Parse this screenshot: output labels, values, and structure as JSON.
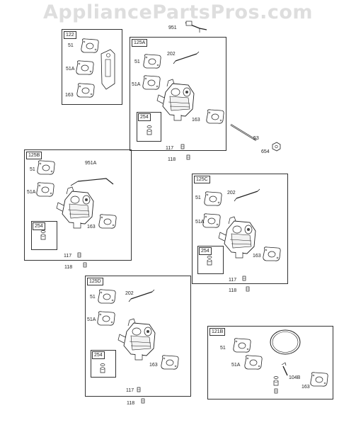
{
  "site": {
    "watermark": "AppliancePartsPros.com"
  },
  "assemblies": {
    "b122": {
      "label": "122",
      "parts": {
        "p51": "51",
        "p51a": "51A",
        "p163": "163"
      }
    },
    "b125a": {
      "label": "125A",
      "parts": {
        "p202": "202",
        "p51": "51",
        "p51a": "51A",
        "p163": "163",
        "p117": "117",
        "p118": "118"
      },
      "kit": {
        "label": "254"
      }
    },
    "b125b": {
      "label": "125B",
      "parts": {
        "p951a": "951A",
        "p51": "51",
        "p51a": "51A",
        "p163": "163",
        "p117": "117",
        "p118": "118"
      },
      "kit": {
        "label": "254"
      }
    },
    "b125c": {
      "label": "125C",
      "parts": {
        "p202": "202",
        "p51": "51",
        "p51a": "51A",
        "p163": "163",
        "p117": "117",
        "p118": "118"
      },
      "kit": {
        "label": "254"
      }
    },
    "b125d": {
      "label": "125D",
      "parts": {
        "p202": "202",
        "p51": "51",
        "p51a": "51A",
        "p163": "163",
        "p117": "117",
        "p118": "118"
      },
      "kit": {
        "label": "254"
      }
    },
    "b121b": {
      "label": "121B",
      "parts": {
        "p51": "51",
        "p51a": "51A",
        "p104b": "104B",
        "p163": "163"
      }
    }
  },
  "loose_parts": {
    "p951": "951",
    "p53": "53",
    "p654": "654"
  }
}
